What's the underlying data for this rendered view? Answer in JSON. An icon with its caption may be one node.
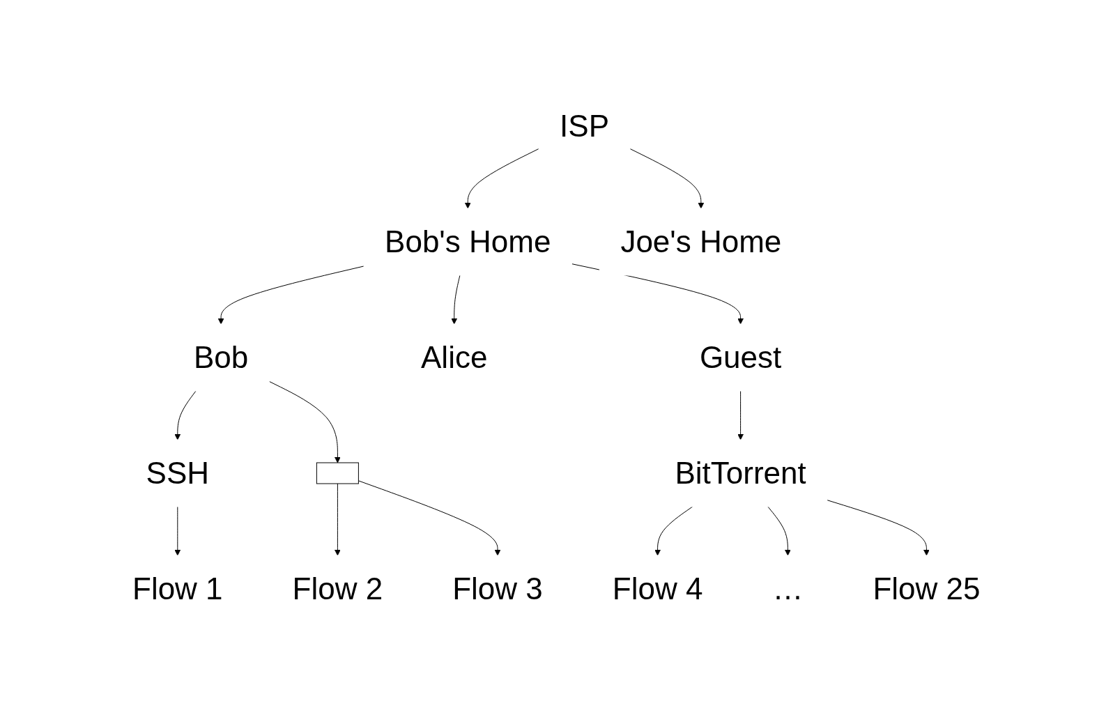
{
  "diagram": {
    "nodes": [
      {
        "text": [
          "ISP"
        ]
      },
      {
        "text": [
          "Bob's Home"
        ]
      },
      {
        "text": [
          "Joe's Home"
        ]
      },
      {
        "text": [
          "Bob"
        ]
      },
      {
        "text": [
          "Alice"
        ]
      },
      {
        "text": [
          "Guest"
        ]
      },
      {
        "text": [
          "SSH"
        ]
      },
      {
        "text": [],
        "shape": "box"
      },
      {
        "text": [
          "BitTorrent"
        ]
      },
      {
        "text": [
          "Flow 1"
        ]
      },
      {
        "text": [
          "Flow 2"
        ]
      },
      {
        "text": [
          "Flow 3"
        ]
      },
      {
        "text": [
          "Flow 4"
        ]
      },
      {
        "text": [
          "…"
        ]
      },
      {
        "text": [
          "Flow 25"
        ]
      }
    ],
    "edges": [
      {
        "from": 0,
        "to": 1,
        "arrow": "to"
      },
      {
        "from": 0,
        "to": 2,
        "arrow": "to"
      },
      {
        "from": 1,
        "to": 3,
        "arrow": "to"
      },
      {
        "from": 1,
        "to": 4,
        "arrow": "to"
      },
      {
        "from": 1,
        "to": 5,
        "arrow": "to"
      },
      {
        "from": 3,
        "to": 6,
        "arrow": "to"
      },
      {
        "from": 3,
        "to": 7,
        "arrow": "to"
      },
      {
        "from": 5,
        "to": 8,
        "arrow": "to"
      },
      {
        "from": 6,
        "to": 9,
        "arrow": "to"
      },
      {
        "from": 7,
        "to": 10,
        "arrow": "to"
      },
      {
        "from": 7,
        "to": 11,
        "arrow": "to"
      },
      {
        "from": 8,
        "to": 12,
        "arrow": "to"
      },
      {
        "from": 8,
        "to": 13,
        "arrow": "to"
      },
      {
        "from": 8,
        "to": 14,
        "arrow": "to"
      }
    ]
  }
}
